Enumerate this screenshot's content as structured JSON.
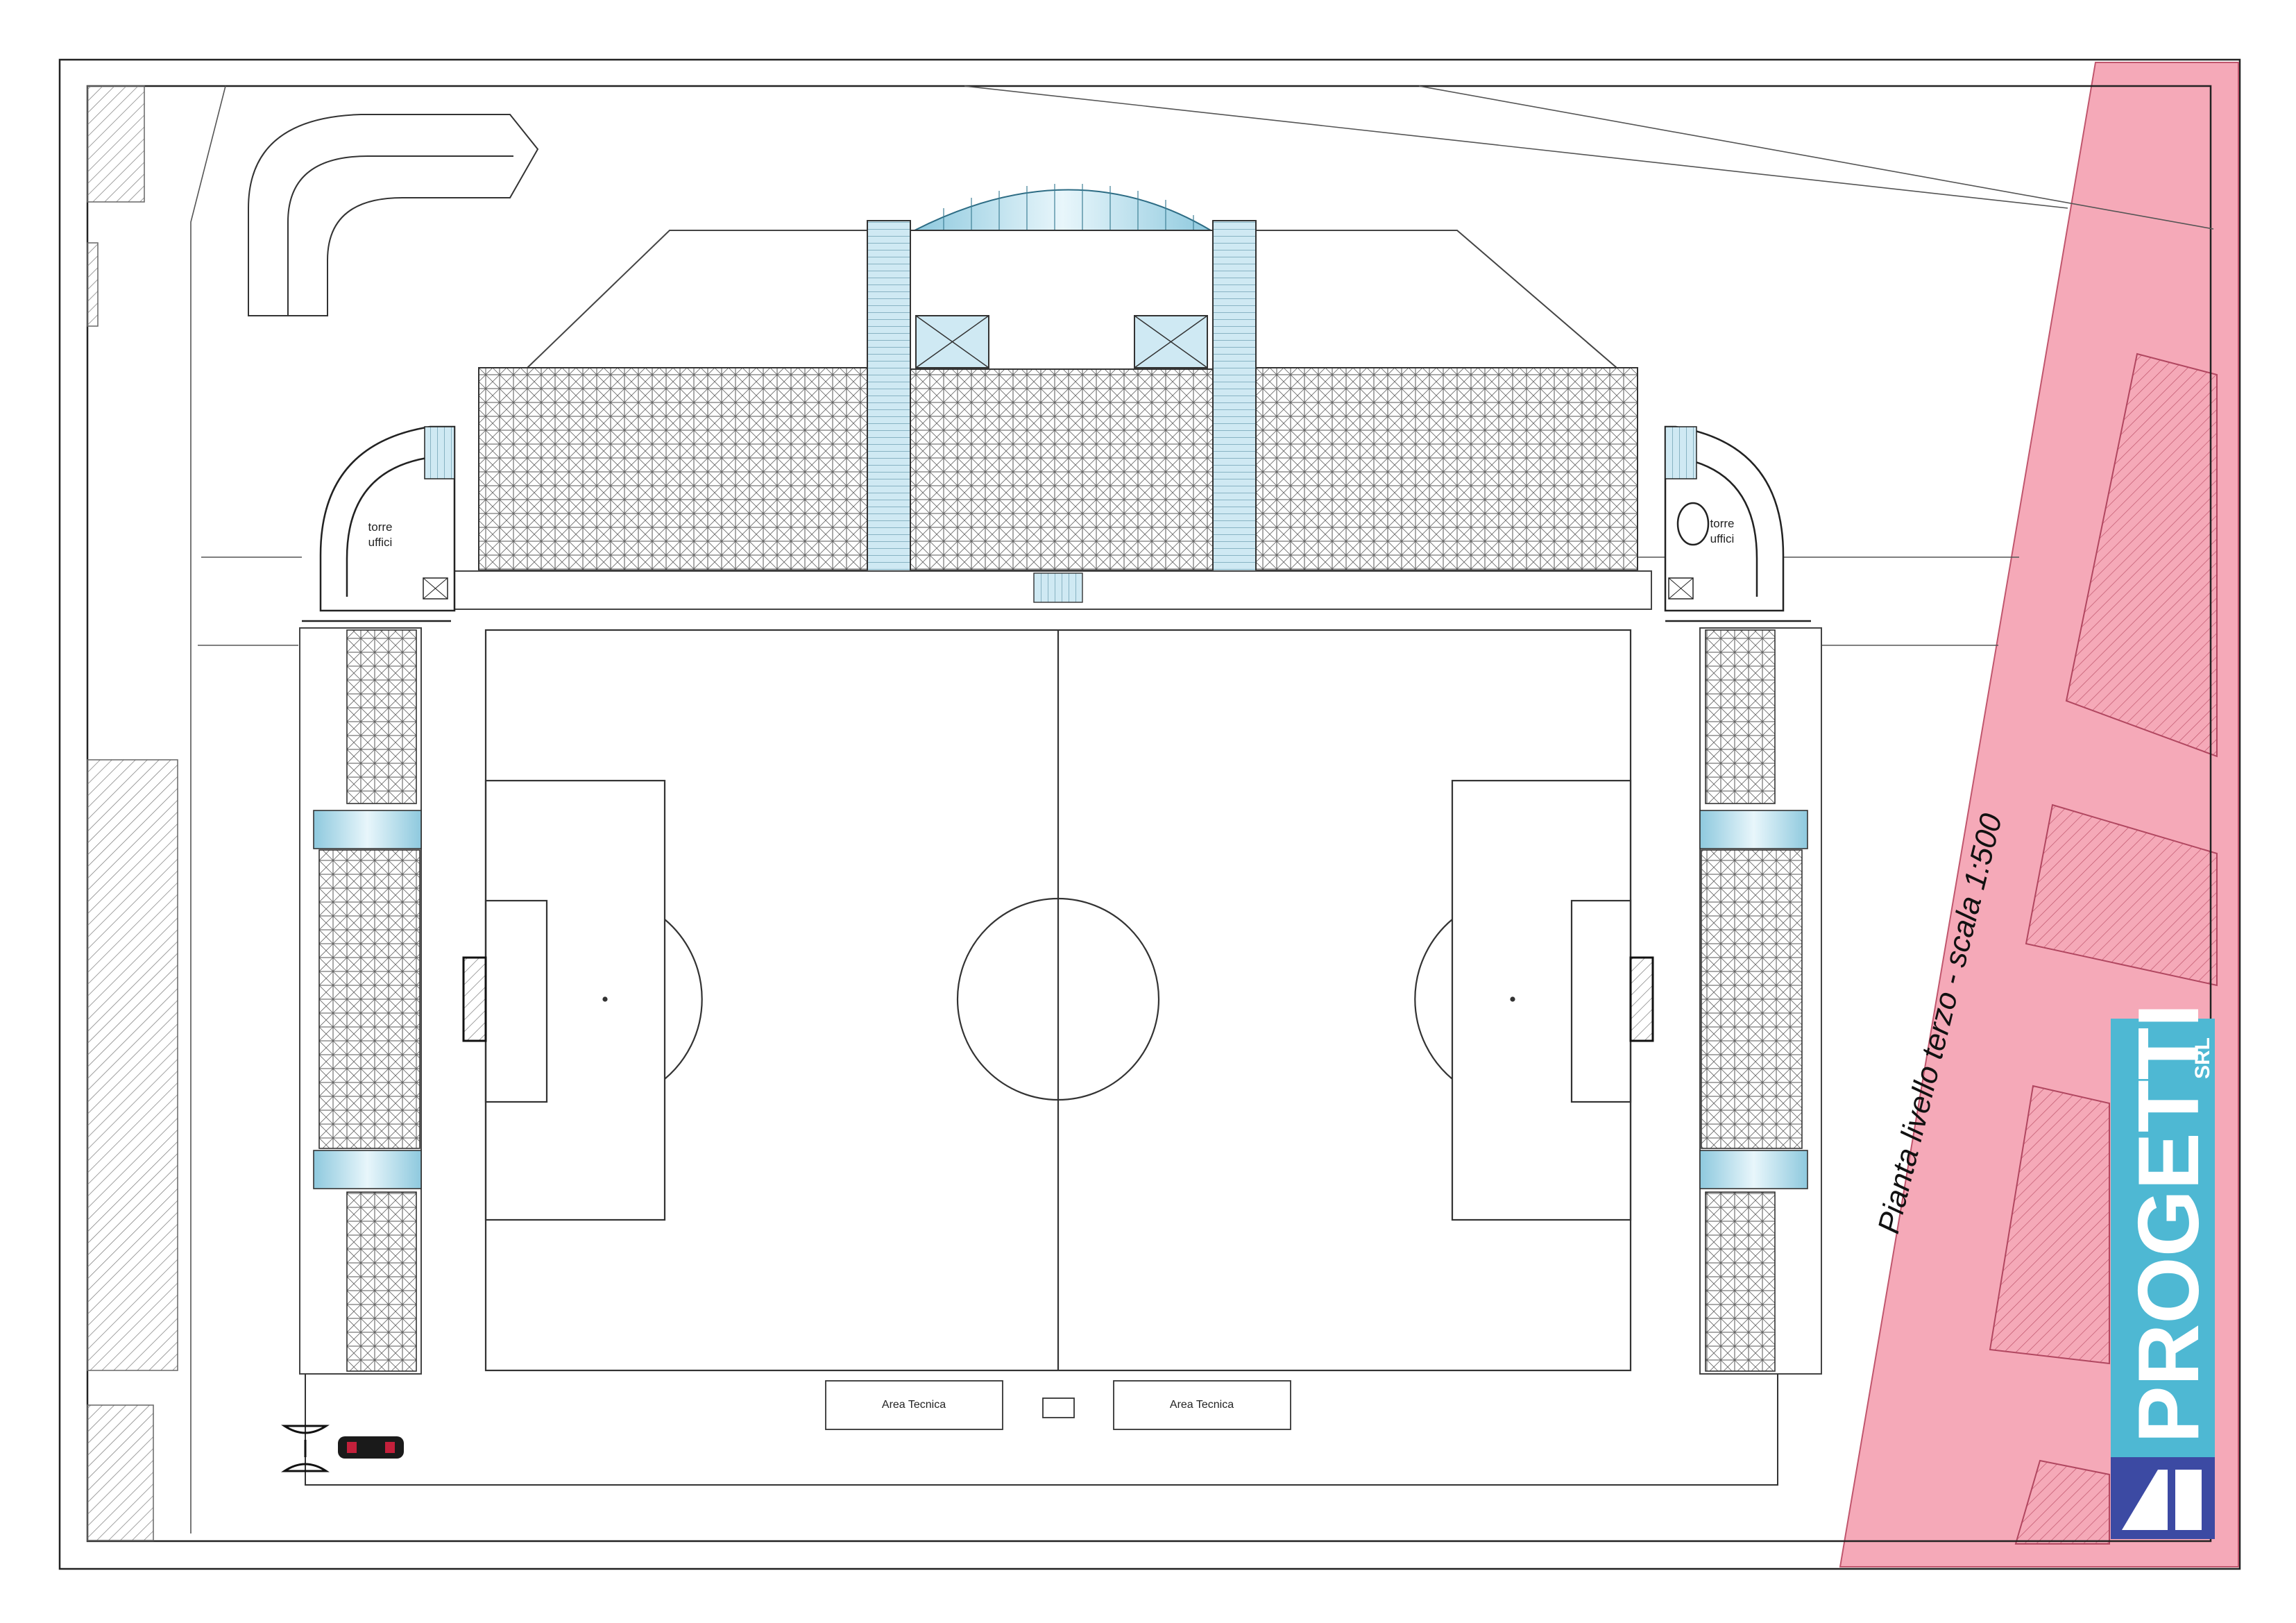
{
  "drawing": {
    "title": "Pianta livello terzo - scala 1:500",
    "labels": {
      "tower_left": [
        "torre",
        "uffici"
      ],
      "tower_right": [
        "torre",
        "uffici"
      ],
      "technical_area_left": "Area Tecnica",
      "technical_area_right": "Area Tecnica"
    }
  },
  "logo": {
    "brand": "PROGETTI",
    "suffix": "SRL",
    "colors": {
      "background": "#4eb8d3",
      "mark": "#3c4aa3"
    }
  },
  "colors": {
    "boundary_zone": "#f5a9b8",
    "glazing": "#bfe3f0",
    "line": "#333333"
  }
}
